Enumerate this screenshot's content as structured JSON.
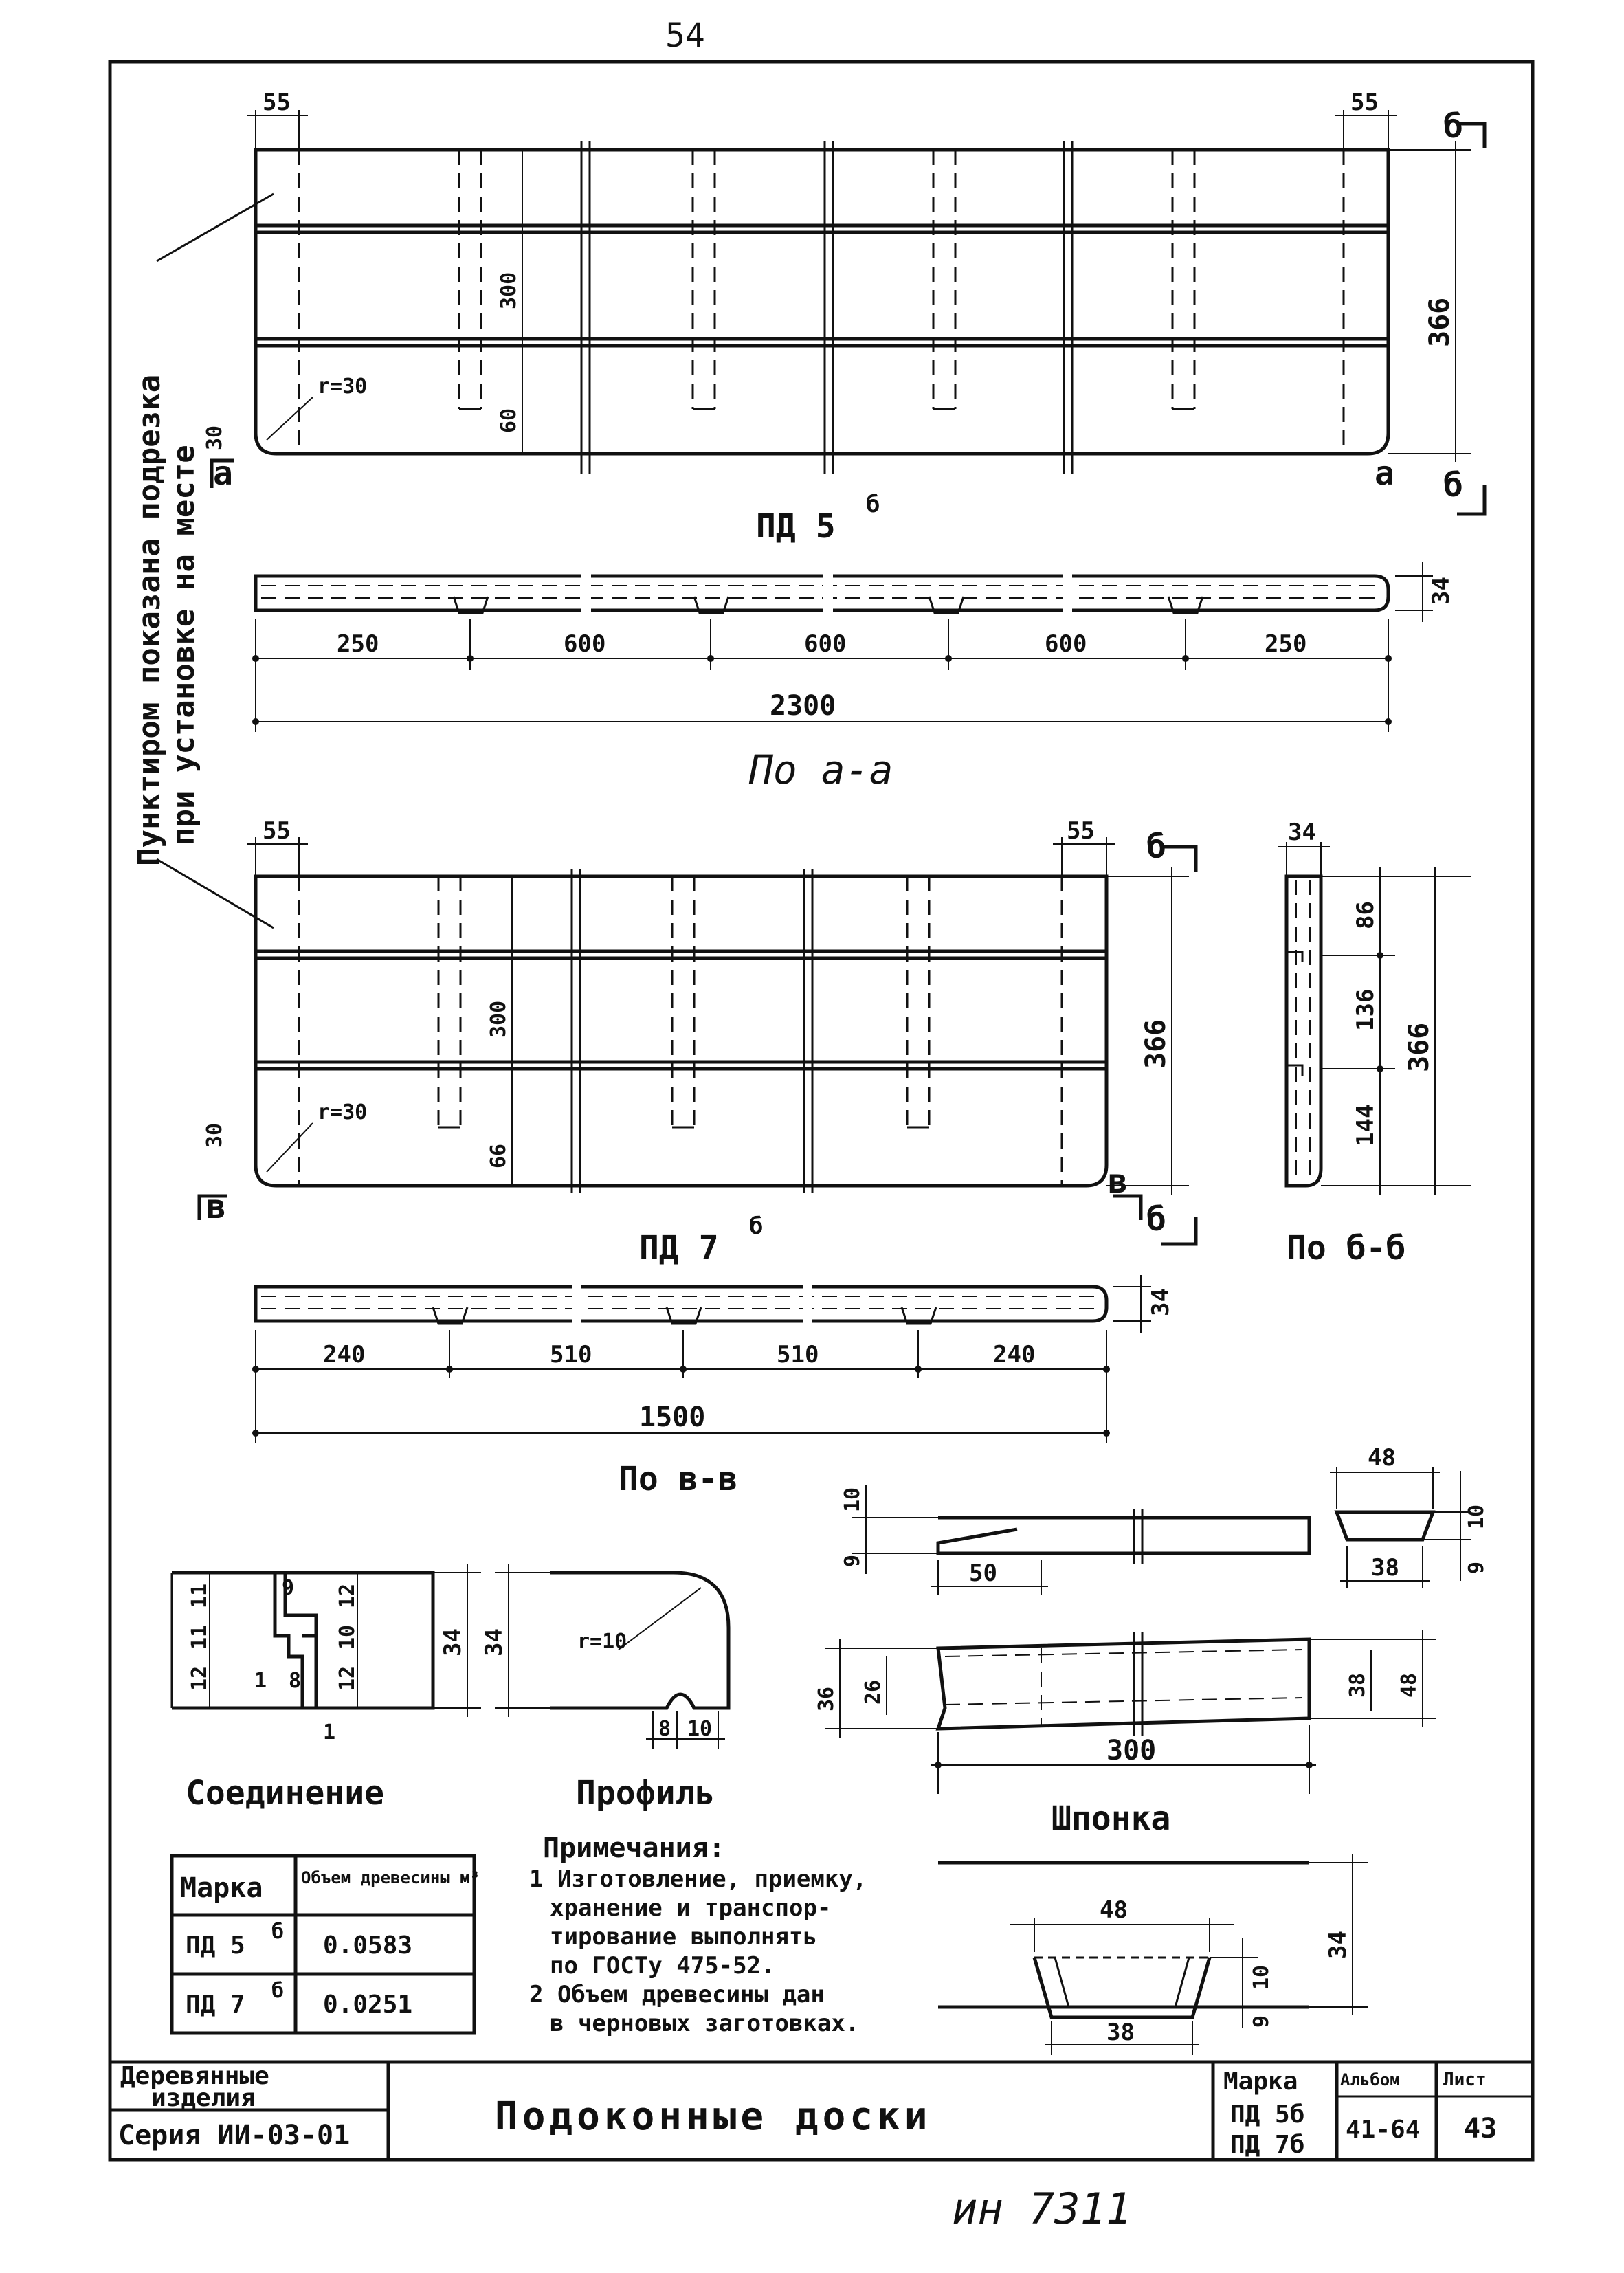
{
  "page_number": "54",
  "side_note": {
    "line1": "Пунктиром показана подрезка",
    "line2": "при установке на месте"
  },
  "section_markers": {
    "a": "а",
    "b": "б",
    "v": "в"
  },
  "pd5": {
    "mark_label": "ПД 5",
    "mark_sup": "б",
    "edge_left": "55",
    "edge_right": "55",
    "height_total": "366",
    "batten_width": "300",
    "batten_offset": "60",
    "radius_label": "r=30",
    "corner_offset": "30",
    "segments": [
      "250",
      "600",
      "600",
      "600",
      "250"
    ],
    "total_length": "2300",
    "thickness": "34",
    "section_caption": "По а-а"
  },
  "pd7": {
    "mark_label": "ПД 7",
    "mark_sup": "б",
    "edge_left": "55",
    "edge_right": "55",
    "height_total": "366",
    "batten_width": "300",
    "batten_offset": "66",
    "radius_label": "r=30",
    "corner_offset": "30",
    "segments": [
      "240",
      "510",
      "510",
      "240"
    ],
    "total_length": "1500",
    "thickness": "34",
    "section_caption": "По в-в"
  },
  "section_bb": {
    "thickness": "34",
    "dims": [
      "86",
      "136",
      "144"
    ],
    "total": "366",
    "caption": "По б-б"
  },
  "joint": {
    "caption": "Соединение",
    "left_dims": [
      "11",
      "11",
      "12"
    ],
    "right_dims": [
      "12",
      "10",
      "12"
    ],
    "top_dim": "9",
    "bottom_dims": [
      "1",
      "8"
    ],
    "under_dim": "1",
    "total": "34"
  },
  "profile": {
    "caption": "Профиль",
    "radius_label": "r=10",
    "bottom_dims": [
      "8",
      "10"
    ],
    "total": "34"
  },
  "key": {
    "caption": "Шпонка",
    "side_dims": [
      "10",
      "9"
    ],
    "left_dims_top": [
      "10",
      "9"
    ],
    "taper_len": "50",
    "side_w_top": "48",
    "side_w_bottom": "38",
    "plan_dims": [
      "36",
      "26"
    ],
    "plan_right_dims": [
      "38",
      "48"
    ],
    "length": "300",
    "inset_w_top": "48",
    "inset_w_bottom": "38",
    "inset_dims": [
      "10",
      "9"
    ],
    "inset_total": "34"
  },
  "volume_table": {
    "headers": [
      "Марка",
      "Объем древесины м³"
    ],
    "rows": [
      {
        "mark": "ПД 5",
        "sup": "б",
        "volume": "0.0583"
      },
      {
        "mark": "ПД 7",
        "sup": "б",
        "volume": "0.0251"
      }
    ]
  },
  "notes": {
    "title": "Примечания:",
    "items": [
      "1 Изготовление, приемку,",
      "хранение и транспор-",
      "тирование выполнять",
      "по ГОСТу 475-52.",
      "2 Объем древесины дан",
      "в черновых заготовках."
    ]
  },
  "title_block": {
    "category_line1": "Деревянные",
    "category_line2": "изделия",
    "series": "Серия ИИ-03-01",
    "title": "Подоконные доски",
    "mark_header": "Марка",
    "marks": [
      "ПД 5б",
      "ПД 7б"
    ],
    "album_header": "Альбом",
    "album": "41-64",
    "sheet_header": "Лист",
    "sheet": "43"
  },
  "inventory_number": "ин 7311"
}
